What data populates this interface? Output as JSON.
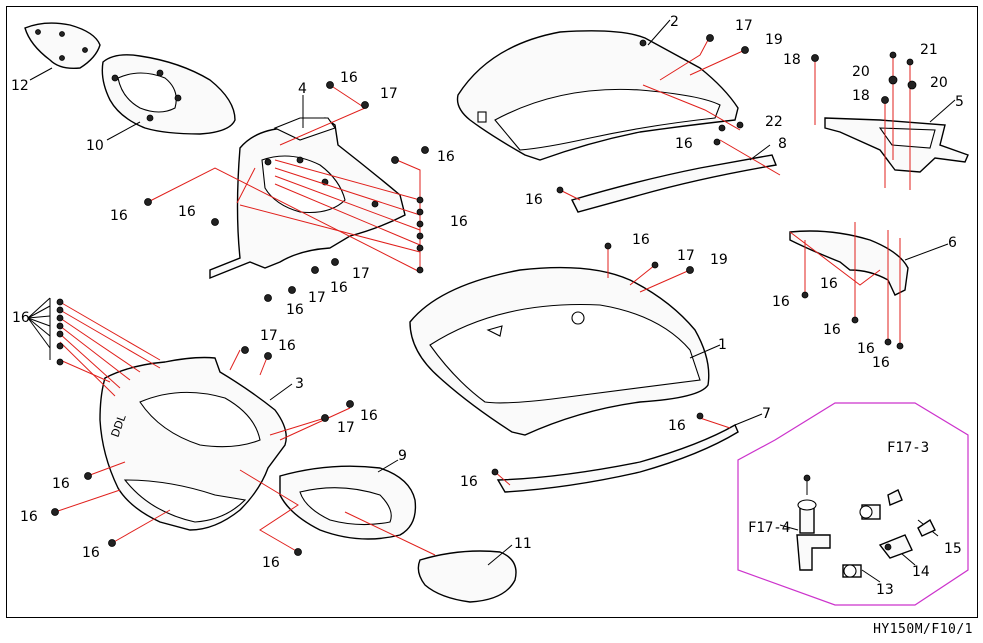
{
  "drawing_code": "HY150M/F10/1",
  "detail_box": {
    "title": "F17-3",
    "sub_label": "F17-4",
    "color": "#cc33cc"
  },
  "leader_color": "#e0201c",
  "callouts": [
    {
      "id": "c12",
      "text": "12"
    },
    {
      "id": "c10",
      "text": "10"
    },
    {
      "id": "c4",
      "text": "4"
    },
    {
      "id": "c16a",
      "text": "16"
    },
    {
      "id": "c17a",
      "text": "17"
    },
    {
      "id": "c16b",
      "text": "16"
    },
    {
      "id": "c16c",
      "text": "16"
    },
    {
      "id": "c16d",
      "text": "16"
    },
    {
      "id": "c16e",
      "text": "16"
    },
    {
      "id": "c17b",
      "text": "17"
    },
    {
      "id": "c16f",
      "text": "16"
    },
    {
      "id": "c17c",
      "text": "17"
    },
    {
      "id": "c16g",
      "text": "16"
    },
    {
      "id": "c2",
      "text": "2"
    },
    {
      "id": "c17d",
      "text": "17"
    },
    {
      "id": "c19a",
      "text": "19"
    },
    {
      "id": "c18a",
      "text": "18"
    },
    {
      "id": "c21",
      "text": "21"
    },
    {
      "id": "c20a",
      "text": "20"
    },
    {
      "id": "c20b",
      "text": "20"
    },
    {
      "id": "c18b",
      "text": "18"
    },
    {
      "id": "c5",
      "text": "5"
    },
    {
      "id": "c22",
      "text": "22"
    },
    {
      "id": "c16h",
      "text": "16"
    },
    {
      "id": "c8",
      "text": "8"
    },
    {
      "id": "c16i",
      "text": "16"
    },
    {
      "id": "c16j",
      "text": "16"
    },
    {
      "id": "c17e",
      "text": "17"
    },
    {
      "id": "c19b",
      "text": "19"
    },
    {
      "id": "c6",
      "text": "6"
    },
    {
      "id": "c16k",
      "text": "16"
    },
    {
      "id": "c16l",
      "text": "16"
    },
    {
      "id": "c16m",
      "text": "16"
    },
    {
      "id": "c16n",
      "text": "16"
    },
    {
      "id": "c16o",
      "text": "16"
    },
    {
      "id": "c1",
      "text": "1"
    },
    {
      "id": "c16p",
      "text": "16"
    },
    {
      "id": "c17f",
      "text": "17"
    },
    {
      "id": "c16q",
      "text": "16"
    },
    {
      "id": "c3",
      "text": "3"
    },
    {
      "id": "c16r",
      "text": "16"
    },
    {
      "id": "c17g",
      "text": "17"
    },
    {
      "id": "c16s",
      "text": "16"
    },
    {
      "id": "c7",
      "text": "7"
    },
    {
      "id": "c16t",
      "text": "16"
    },
    {
      "id": "c16u",
      "text": "16"
    },
    {
      "id": "c9",
      "text": "9"
    },
    {
      "id": "c16v",
      "text": "16"
    },
    {
      "id": "c16w",
      "text": "16"
    },
    {
      "id": "c11",
      "text": "11"
    },
    {
      "id": "c16x",
      "text": "16"
    },
    {
      "id": "c13",
      "text": "13"
    },
    {
      "id": "c14",
      "text": "14"
    },
    {
      "id": "c15",
      "text": "15"
    }
  ]
}
